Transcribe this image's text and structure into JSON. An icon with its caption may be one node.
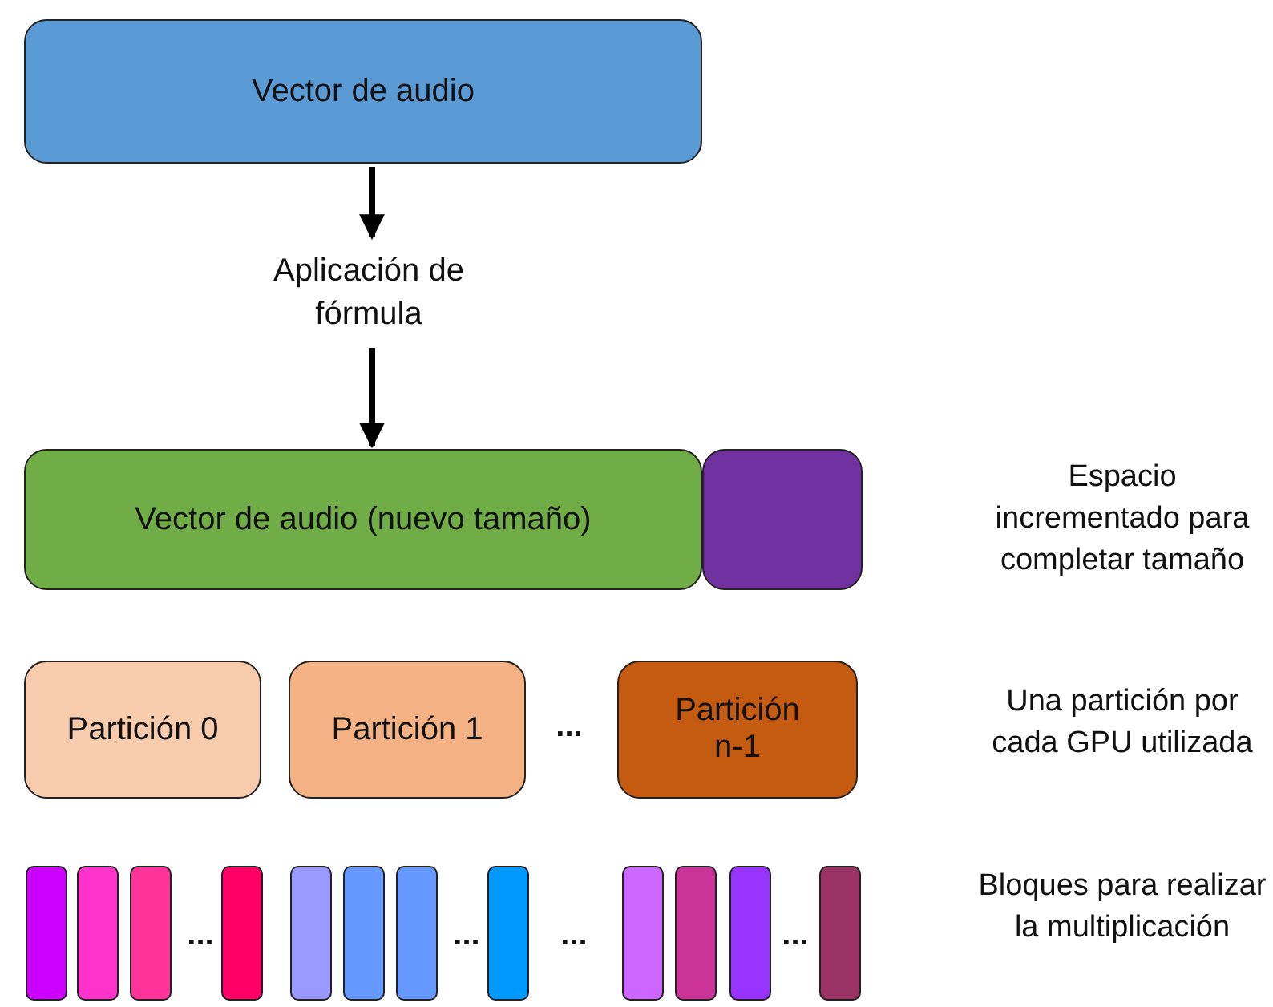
{
  "diagram": {
    "nodes": [
      {
        "text": [
          "Vector de audio"
        ]
      },
      {
        "text": [
          "Aplicación de fórmula"
        ]
      },
      {
        "text": [
          "Vector de audio (nuevo tamaño)"
        ]
      },
      {
        "text": [],
        "shape": "box"
      },
      {
        "text": [
          "Partición 0"
        ]
      },
      {
        "text": [
          "Partición 1"
        ]
      },
      {
        "text": [
          "Partición n-1"
        ]
      },
      {
        "text": [],
        "shape": "bar"
      },
      {
        "text": [],
        "shape": "bar"
      },
      {
        "text": [],
        "shape": "bar"
      },
      {
        "text": [],
        "shape": "bar"
      },
      {
        "text": [],
        "shape": "bar"
      },
      {
        "text": [],
        "shape": "bar"
      },
      {
        "text": [],
        "shape": "bar"
      },
      {
        "text": [],
        "shape": "bar"
      },
      {
        "text": [],
        "shape": "bar"
      },
      {
        "text": [],
        "shape": "bar"
      },
      {
        "text": [],
        "shape": "bar"
      },
      {
        "text": [],
        "shape": "bar"
      }
    ],
    "edges": [
      {
        "from": 0,
        "to": 1,
        "arrow": "to"
      },
      {
        "from": 1,
        "to": 2,
        "arrow": "to"
      }
    ],
    "labels": [
      "Espacio incrementado para completar tamaño",
      "...",
      "Una partición por cada GPU utilizada",
      "...",
      "...",
      "...",
      "...",
      "Bloques para realizar la multiplicación"
    ]
  }
}
